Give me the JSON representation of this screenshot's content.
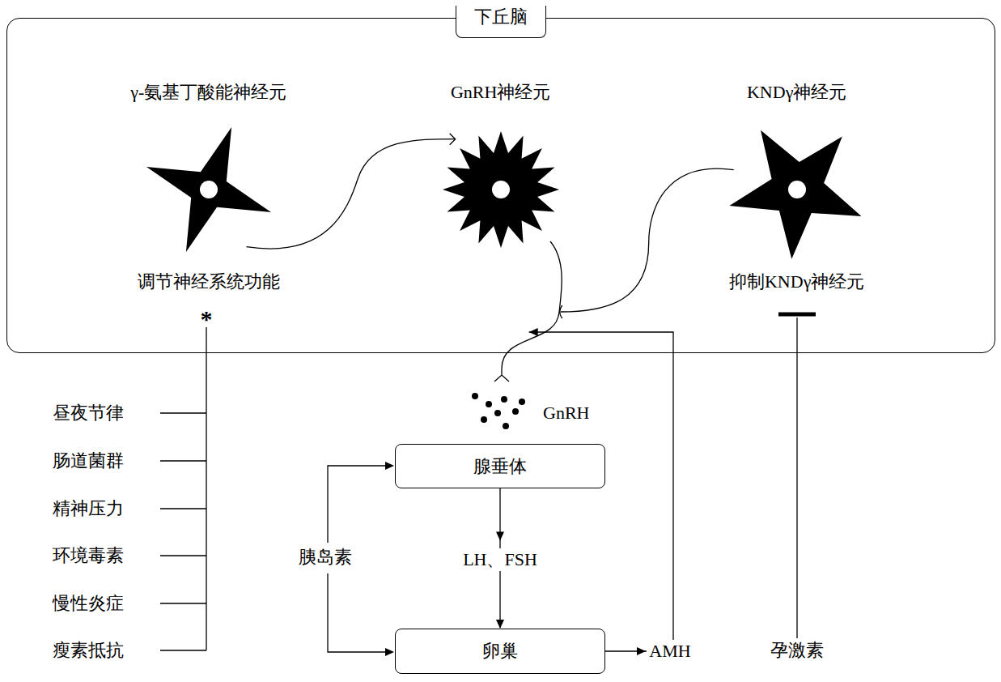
{
  "diagram": {
    "nodes": [
      {
        "text": [
          "下丘脑"
        ]
      },
      {
        "text": [
          "γ-氨基丁酸能神经元",
          "调节神经系统功能"
        ],
        "in": 0
      },
      {
        "text": [
          "GnRH神经元"
        ],
        "in": 0
      },
      {
        "text": [
          "KNDγ神经元",
          "抑制KNDγ神经元"
        ],
        "in": 0
      },
      {
        "text": [
          "腺垂体"
        ]
      },
      {
        "text": [
          "卵巢"
        ]
      }
    ],
    "edges": [
      {
        "from": 1,
        "to": 2,
        "arrow": "to"
      },
      {
        "from": 3,
        "to": 2,
        "arrow": "to"
      },
      {
        "from": 4,
        "to": 5,
        "label": "LH、FSH",
        "arrow": "to"
      },
      {
        "from": 5,
        "to": 0,
        "label": "AMH",
        "arrow": "to"
      }
    ],
    "labels": [
      "GnRH",
      "胰岛素",
      "孕激素",
      "昼夜节律",
      "肠道菌群",
      "精神压力",
      "环境毒素",
      "慢性炎症",
      "瘦素抵抗",
      "*"
    ]
  }
}
